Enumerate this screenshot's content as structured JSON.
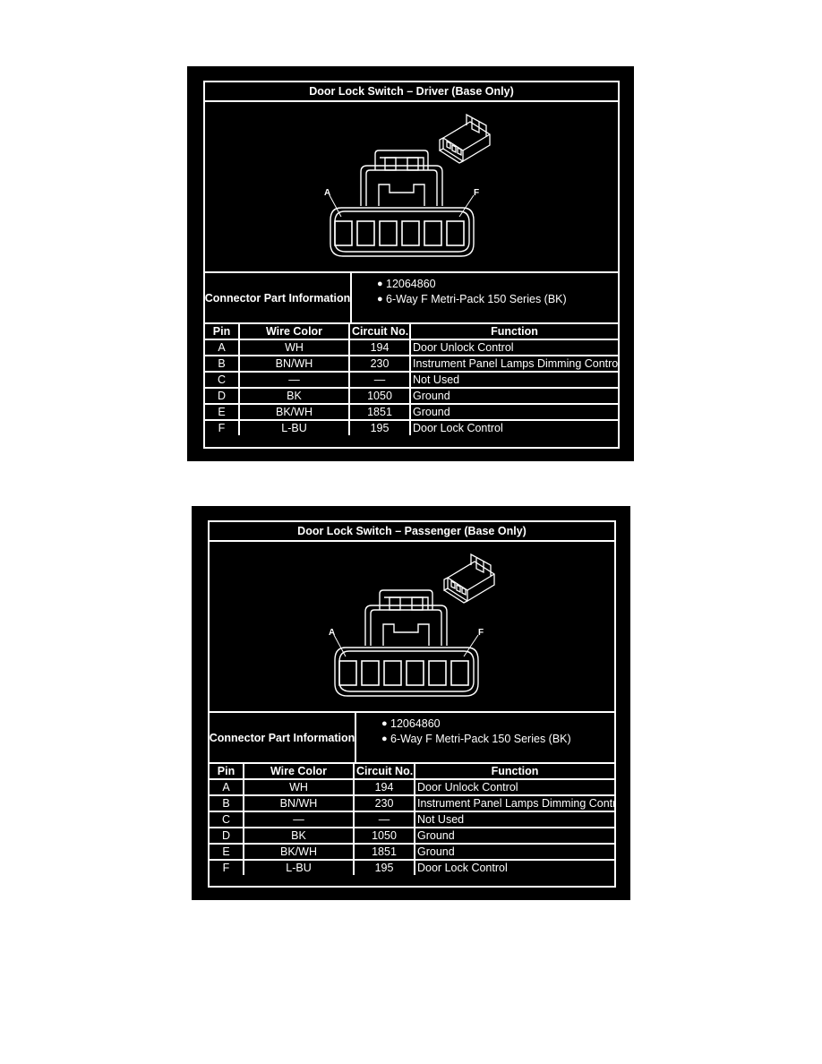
{
  "panels": [
    {
      "title": "Door Lock Switch – Driver (Base Only)",
      "connector_label": "Connector Part Information",
      "part_info": [
        "12064860",
        "6-Way F Metri-Pack 150 Series (BK)"
      ],
      "pin_labels": {
        "first": "A",
        "last": "F"
      },
      "headers": {
        "pin": "Pin",
        "wire": "Wire Color",
        "circuit": "Circuit No.",
        "function": "Function"
      },
      "rows": [
        {
          "pin": "A",
          "wire": "WH",
          "circuit": "194",
          "function": "Door Unlock Control"
        },
        {
          "pin": "B",
          "wire": "BN/WH",
          "circuit": "230",
          "function": "Instrument Panel Lamps Dimming Control"
        },
        {
          "pin": "C",
          "wire": "—",
          "circuit": "—",
          "function": "Not Used"
        },
        {
          "pin": "D",
          "wire": "BK",
          "circuit": "1050",
          "function": "Ground"
        },
        {
          "pin": "E",
          "wire": "BK/WH",
          "circuit": "1851",
          "function": "Ground"
        },
        {
          "pin": "F",
          "wire": "L-BU",
          "circuit": "195",
          "function": "Door Lock Control"
        }
      ]
    },
    {
      "title": "Door Lock Switch – Passenger (Base Only)",
      "connector_label": "Connector Part Information",
      "part_info": [
        "12064860",
        "6-Way F Metri-Pack 150 Series (BK)"
      ],
      "pin_labels": {
        "first": "A",
        "last": "F"
      },
      "headers": {
        "pin": "Pin",
        "wire": "Wire Color",
        "circuit": "Circuit No.",
        "function": "Function"
      },
      "rows": [
        {
          "pin": "A",
          "wire": "WH",
          "circuit": "194",
          "function": "Door Unlock Control"
        },
        {
          "pin": "B",
          "wire": "BN/WH",
          "circuit": "230",
          "function": "Instrument Panel Lamps Dimming Control"
        },
        {
          "pin": "C",
          "wire": "—",
          "circuit": "—",
          "function": "Not Used"
        },
        {
          "pin": "D",
          "wire": "BK",
          "circuit": "1050",
          "function": "Ground"
        },
        {
          "pin": "E",
          "wire": "BK/WH",
          "circuit": "1851",
          "function": "Ground"
        },
        {
          "pin": "F",
          "wire": "L-BU",
          "circuit": "195",
          "function": "Door Lock Control"
        }
      ]
    }
  ],
  "colors": {
    "background": "#000000",
    "foreground": "#ffffff"
  },
  "icons": [
    "connector-face-icon",
    "connector-perspective-icon"
  ]
}
